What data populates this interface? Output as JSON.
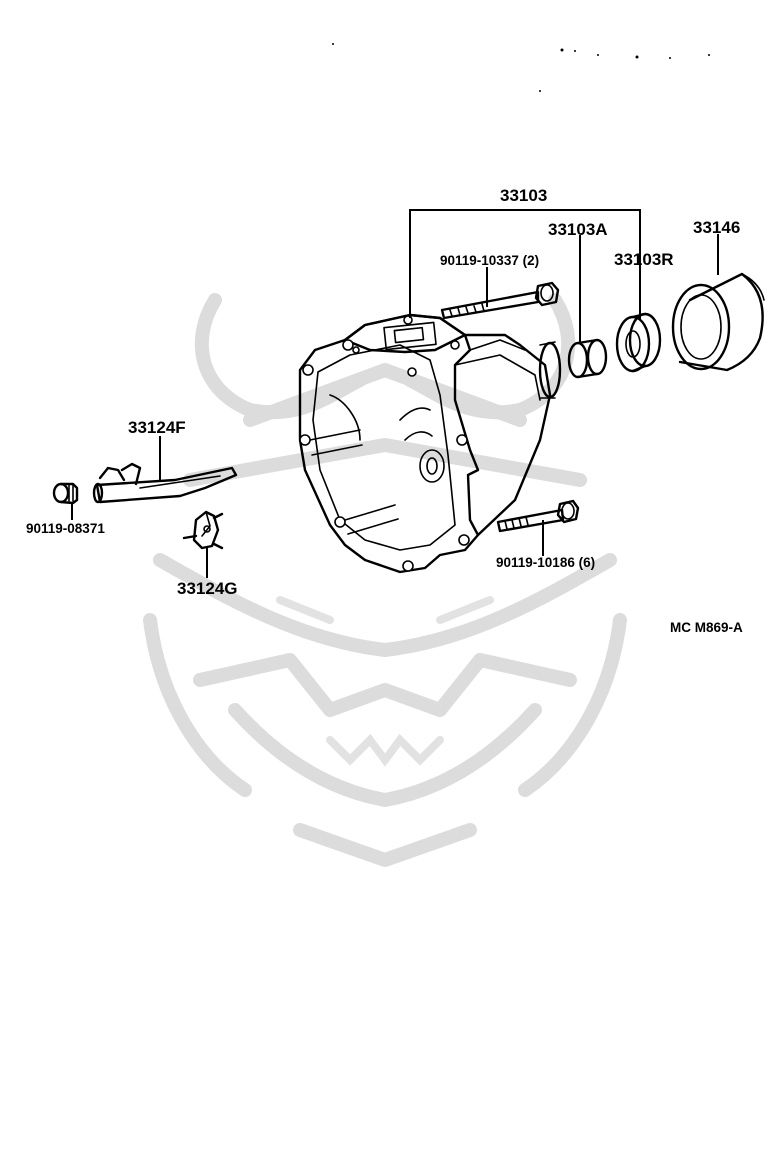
{
  "diagram_code": "MC M869-A",
  "parts": {
    "p33103": "33103",
    "p33103A": "33103A",
    "p33103R": "33103R",
    "p33146": "33146",
    "p33124F": "33124F",
    "p33124G": "33124G",
    "bolt_top": "90119-10337 (2)",
    "bolt_bottom": "90119-10186 (6)",
    "bolt_left": "90119-08371"
  }
}
